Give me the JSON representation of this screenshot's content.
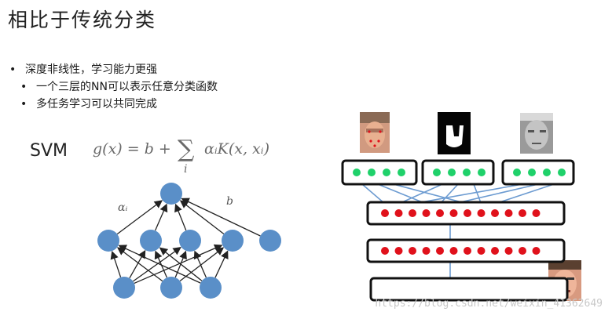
{
  "title": "相比于传统分类",
  "bullets": [
    {
      "level": 1,
      "text": "深度非线性，学习能力更强"
    },
    {
      "level": 2,
      "text": "一个三层的NN可以表示任意分类函数"
    },
    {
      "level": 2,
      "text": "多任务学习可以共同完成"
    }
  ],
  "svm": {
    "label": "SVM",
    "formula_parts": {
      "lhs": "g(x) = b +",
      "sum": "∑",
      "sub": "i",
      "rhs": "αᵢK(x, xᵢ)"
    },
    "alpha_label": "αᵢ",
    "b_label": "b"
  },
  "colors": {
    "node_blue": "#5a8fc8",
    "dot_green": "#1fd16a",
    "dot_red": "#e0111b",
    "line_blue": "#6c9bd1",
    "box_border": "#111111"
  },
  "watermark": "https://blog.csdn.net/weixin_41362649"
}
